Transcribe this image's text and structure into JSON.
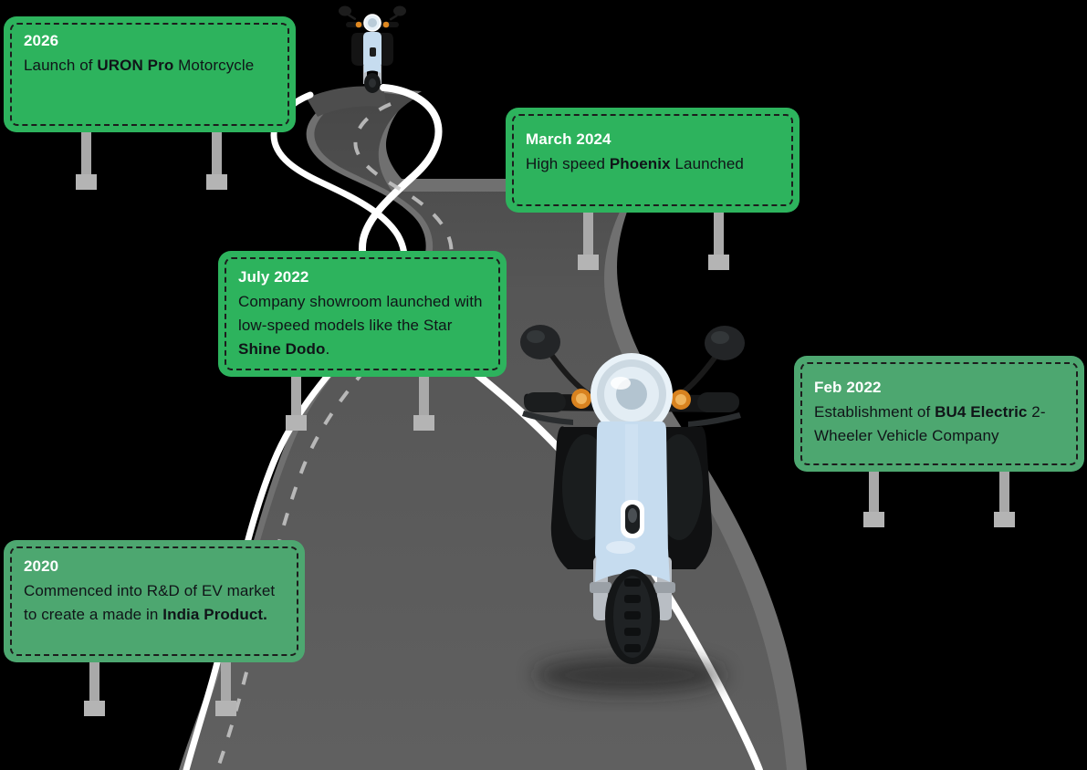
{
  "title": "Company Milestone Roadmap",
  "theme": {
    "sign_green_vivid": "#2db35d",
    "sign_green_muted": "#4da770",
    "sign_border": "#1d1d1d",
    "date_text": "#ffffff",
    "body_text": "#101418",
    "post_color": "#a9a9a9",
    "road_asphalt": "#5d5d5d",
    "road_asphalt_far": "#4a4a4a",
    "road_line_white": "#ffffff",
    "road_shoulder": "#6f6f6f",
    "background": "#000000",
    "scooter_body_blue": "#c6dcef",
    "scooter_black": "#141414",
    "scooter_amber": "#e08820",
    "scooter_silver": "#b9bec4"
  },
  "milestones": [
    {
      "id": "2026",
      "date": "2026",
      "body_parts": [
        {
          "text": "Launch of ",
          "bold": false
        },
        {
          "text": "URON Pro",
          "bold": true
        },
        {
          "text": " Motorcycle",
          "bold": false
        }
      ],
      "body_plain": "Launch of URON Pro Motorcycle",
      "tone": "vivid"
    },
    {
      "id": "march-2024",
      "date": "March 2024",
      "body_parts": [
        {
          "text": "High speed ",
          "bold": false
        },
        {
          "text": "Phoenix",
          "bold": true
        },
        {
          "text": " Launched",
          "bold": false
        }
      ],
      "body_plain": "High speed Phoenix Launched",
      "tone": "vivid"
    },
    {
      "id": "july-2022",
      "date": "July 2022",
      "body_parts": [
        {
          "text": "Company showroom launched with low-speed models like the Star ",
          "bold": false
        },
        {
          "text": "Shine Dodo",
          "bold": true
        },
        {
          "text": ".",
          "bold": false
        }
      ],
      "body_plain": "Company showroom launched with low-speed models like the Star Shine Dodo.",
      "tone": "vivid"
    },
    {
      "id": "feb-2022",
      "date": "Feb 2022",
      "body_parts": [
        {
          "text": "Establishment of ",
          "bold": false
        },
        {
          "text": "BU4 Electric",
          "bold": true
        },
        {
          "text": " 2-Wheeler Vehicle Company",
          "bold": false
        }
      ],
      "body_plain": "Establishment of BU4 Electric 2-Wheeler Vehicle Company",
      "tone": "muted"
    },
    {
      "id": "2020",
      "date": "2020",
      "body_parts": [
        {
          "text": "Commenced into R&D of EV market to create a made in ",
          "bold": false
        },
        {
          "text": "India Product.",
          "bold": true
        }
      ],
      "body_plain": "Commenced into R&D of EV market to create a made in India Product.",
      "tone": "muted"
    }
  ],
  "vehicles": [
    {
      "id": "scooter-far",
      "label": "electric-scooter-distant"
    },
    {
      "id": "scooter-near",
      "label": "electric-scooter-foreground"
    }
  ],
  "road": {
    "label": "winding-highway",
    "has_center_dashes": true,
    "has_edge_lines": true
  }
}
